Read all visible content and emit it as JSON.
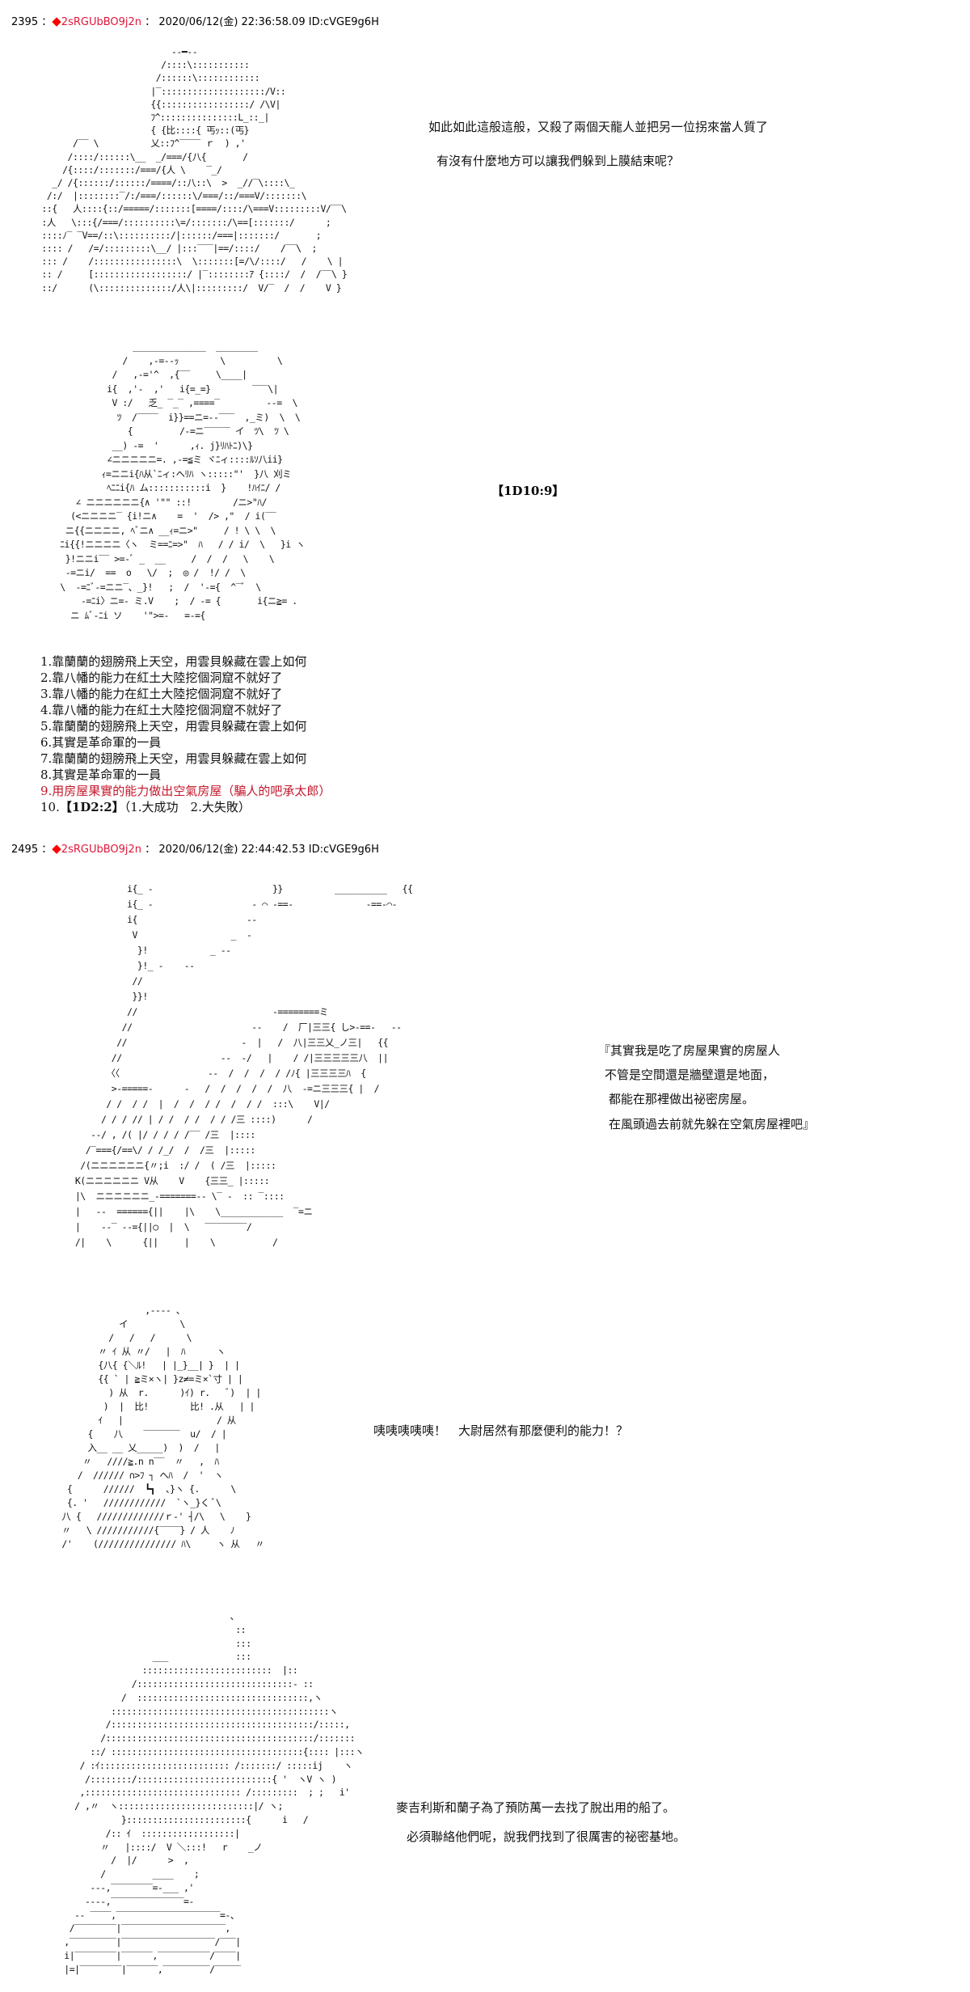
{
  "posts": [
    {
      "header": {
        "number": "2395",
        "sep1": "：",
        "diamond": "◆",
        "trip": "2sRGUbBO9j2n",
        "sep2": "：",
        "datetime": "2020/06/12(金) 22:36:58.09",
        "id": "ID:cVGE9g6H"
      },
      "dialogue": [
        "如此如此這般這般，又殺了兩個天龍人並把另一位拐來當人質了",
        "有沒有什麼地方可以讓我們躲到上膜結束呢？"
      ],
      "dice_tag": "【1D10:9】",
      "choices": [
        {
          "text": "1.靠蘭蘭的翅膀飛上天空，用雲貝躲藏在雲上如何",
          "selected": false
        },
        {
          "text": "2.靠八幡的能力在紅土大陸挖個洞窟不就好了",
          "selected": false
        },
        {
          "text": "3.靠八幡的能力在紅土大陸挖個洞窟不就好了",
          "selected": false
        },
        {
          "text": "4.靠八幡的能力在紅土大陸挖個洞窟不就好了",
          "selected": false
        },
        {
          "text": "5.靠蘭蘭的翅膀飛上天空，用雲貝躲藏在雲上如何",
          "selected": false
        },
        {
          "text": "6.其實是革命軍的一員",
          "selected": false
        },
        {
          "text": "7.靠蘭蘭的翅膀飛上天空，用雲貝躲藏在雲上如何",
          "selected": false
        },
        {
          "text": "8.其實是革命軍的一員",
          "selected": false
        },
        {
          "text": "9.用房屋果實的能力做出空氣房屋（騙人的吧承太郎）",
          "selected": true
        },
        {
          "text_prefix": "10.",
          "dice": "【1D2:2】",
          "text_suffix": "（1.大成功　2.大失敗）",
          "selected": false
        }
      ]
    },
    {
      "header": {
        "number": "2495",
        "sep1": "：",
        "diamond": "◆",
        "trip": "2sRGUbBO9j2n",
        "sep2": "：",
        "datetime": "2020/06/12(金) 22:44:42.53",
        "id": "ID:cVGE9g6H"
      },
      "dialogue_1": [
        "『其實我是吃了房屋果實的房屋人",
        "不管是空間還是牆壁還是地面，",
        "都能在那裡做出祕密房屋。",
        "在風頭過去前就先躲在空氣房屋裡吧』"
      ],
      "dialogue_2": "咦咦咦咦咦！　大尉居然有那麼便利的能力！？",
      "dialogue_3": [
        "麥吉利斯和蘭子為了預防萬一去找了脫出用的船了。",
        "必須聯絡他們呢，說我們找到了很厲害的祕密基地。"
      ]
    }
  ],
  "ascii_art": {
    "art1": "                          -‐━‐-\n                        /::::\\:::::::::::\n                       /::::::\\::::::::::::\n                      |‾::::::::::::::::::::/V::\n                      {{:::::::::::::::::/ /\\V|\n                      ﾌ^:::::::::::::::L_::_|\n                      { {比::::{ 丐ｯ::(丐}\n       /‾‾ \\          乂::ﾌ^‾‾‾‾ ｒ  ) ,'\n      /::::/::::::\\__  _/===/{八{       /\n     /{::::/:::::::/===/{人 \\    ‾_/\n   _/ /{::::::/::::::/====/::八::\\  >  _//‾\\::::\\_\n  /:/  |::::::::‾/:/===/::::::\\/===/::/===V/:::::::\\\n ::{   人::::{::/=====/:::::::[====/::::/\\===V:::::::::V/‾‾\\\n :人   \\:::{/===/::::::::::\\=/:::::::/\\==[:::::::/      ;\n ::::ﾉ‾ ‾V==/::\\::::::::::/|::::::/===|:::::::/       ;\n :::: /   /=/:::::::::\\__/ |:::‾‾‾|==/::::/    /‾‾\\  ;\n ::: /    /::::::::::::::::\\  \\:::::::[=/\\/::::/   /    \\ |\n :: /     [::::::::::::::::::/ |‾::::::::ｱ {::::/  /  /‾‾\\ }\n ::/      (\\::::::::::::::/人\\|:::::::::/  V/‾  /  /    V }",
    "art2": "                 ______________  ________\n               /    ,-=-‐ｯ        \\          \\\n             /   ,-='^  ,{‾‾     \\____|\n            i{  ,'‐  ,'   i{=_=}        ‾‾‾\\|\n             V :/   乏_ ‾_‾ ,====‾         -‐=  \\\n              ﾂ  /‾‾‾‾  i}}==ニ=-‐‾‾‾  ,_ミ)  \\  \\\n                {         /-=ニ‾‾‾‾‾ イ  ﾂ\\  ﾂ \\\n             __) -=  '      ,ｨ. j}ﾘﾊﾄﾆ)\\}\n            ∠ニニニニニ=. ,-=≦ミ ヾﾆィ::::ﾙｿ八ii}\n           ｨ=ニニi{ﾊ从`ﾆィ:ヘﾘﾊ ヽ:::::\"'  }八 刈ミ\n            ﾍﾆﾆi{ﾊ ム:::::::::::i  }    !ﾊｲﾆ/ /\n      ∠ ニニニニニニ{∧ '\"\" ::!        /ニ>\"ﾊ/\n     (<ニニニニ‾ {i!ニ∧    =  '  /> ,\"  / i(‾‾\n    ニ{{ニニニニ, ﾍﾞニ∧ __ｨ=ニ>\"     / ! \\ \\  \\\n   ﾆi{{!ニニニニ〈ヽ  ミ==ﾆ=>\"  ﾊ   / / i/  \\   }i ヽ\n    }!ニニi‾‾ >=-ﾞ _  __     /  /  /   \\    \\\n    -=ニi/  ==  o   \\/  ;  ◎ /  !/ /  \\\n   \\  -=ﾆﾞ-=ニニ‾、_}!   ;  /  '-={  ^‾ﾞ  \\\n       -=ﾆi〉ニ=- ミ.V    ;  / -= {       i{ニ≧= .\n     ニ ﾑﾞ-ﾆi ソ    '\">=-   =-={",
    "art3": "            i{_ -                       }}          __________   {{\n            i{_ -                   - ⌒ -==-              -==-⌒-\n            i{                     --\n             V                  _  -\n              }!            _ --\n              }!_ -    --\n             //\n             }}!\n            //                          -========ミ\n           //                       --    /  厂|三三{ し>-==-   --\n          //                      -  |   /  八|三三乂_ノ三|   {{\n         //                   --  -/   |    / /|三三三三三八  ||\n        〈〈                 --  /  /  /  / /ﾉ{ |三三三三ﾊ  {\n         >-=====-      -   /  /  /  /  /  八  -=ニ三三三{ |  /\n        / /  / /  |  /  /  / /  /  / /  :::\\    V|/\n       / / / // | / /  / /  / / /三 ::::)      /\n     --/ , /( |/ / / / /‾‾ /三  |::::\n    /‾==={/==\\/ / /_/  /  /三  |:::::\n   /(ニニニニニニ{〃;i  :/ /  ( /三  |:::::\n  K(ニニニニニニ V从    V    {三三_ |:::::\n  |\\  ニニニニニニ_-=======-- \\‾ -  :: ‾::::\n  |   --  ======{||    |\\    \\____________  ‾=ニ\n  |    --‾ --={||○  |  \\   ‾‾‾‾‾‾‾‾/\n  /|    \\      {||     |    \\           /",
    "art4": "                 ,‐‐‐‐ 、\n            イ          \\\n          /   /   /      \\\n        〃 ｲ 从 〃/   |  ﾊ      ヽ\n        {八{ {＼ﾙ!   | |_}__| }  | |\n        {{ ` | ≧ミ×ヽ| }z≠=ミ×`寸 | |\n          ) 从  r.      )ｲ) r.   ﾞ)  | |\n         )  |  比!        比! .从   | |\n        ｲ   |                  / 从\n      {    八    ‾‾‾‾‾‾‾  u/  / |\n      入__ __ 乂_____)  )  /   |\n     〃   ////≧.n n‾‾  〃   ,  ﾊ\n    /  ////// ∩>ﾌ ┐ ヘﾊ  /  '  ヽ\n  {      //////  ┗┓  、}ヽ {.      \\\n  {. '   ////////////  `ヽ_}く ﾞ\\\n 八 {   /////////////ｒ‐' ┤/\\   \\    }\n 〃   \\ ///////////{‾‾‾‾} / 人    ﾉ\n /'    (/////////////// ﾊ\\     ヽ 从   〃",
    "art5": "                                   ､\n                                    ::\n                                    :::\n                    ___             :::\n                  :::::::::::::::::::::::::  |::\n                /::::::::::::::::::::::::::::::‐ ::\n              /  :::::::::::::::::::::::::::::::::,ヽ\n            ::::::::::::::::::::::::::::::::::::::::::ヽ\n           /:::::::::::::::::::::::::::::::::::::::/:::::,\n          /::::::::::::::::::::::::::::::::::::::::/:::::::\n        ::/ :::::::::::::::::::::::::::::::::::::{:::: |:::ヽ\n      / :ｲ::::::::::::::::::::::::: /:::::::/ :::::ij    ヽ\n       /::::::::/::::::::::::::::::::::::::{ '  ヽV ヽ )\n      ,:::::::::::::::::::::::::::::: /:::::::::  ; ;   i'\n     / ,〃  ヽ::::::::::::::::::::::::::|/ ヽ;\n              }:::::::::::::::::::::::{      i   /\n           /:: ｲ  ::::::::::::::::::|\n          〃   |::::/  V ＼:::!   r    _ノ\n            /  |/      >  ,\n          /         ____    ;\n        ‐‐‐,‾‾‾‾‾‾‾‾=-___ ,'\n       ‐‐‐‐,‾‾‾‾‾‾‾‾‾‾‾‾‾‾=-\n     -- ‾‾‾‾,‾‾‾‾‾‾‾‾‾‾‾‾‾‾‾‾‾‾‾‾=-、\n    /‾‾‾‾‾‾‾‾|‾‾‾‾‾‾‾‾‾‾‾‾‾‾‾‾‾‾‾‾,\n   ,‾‾‾‾‾‾‾‾‾|‾‾‾‾‾‾‾‾‾‾‾‾‾‾‾‾‾‾/‾‾‾|\n   i|‾‾‾‾‾‾‾‾|‾‾‾‾‾‾,‾‾‾‾‾‾‾‾‾‾/‾‾‾‾|\n   |=|‾‾‾‾‾‾‾‾|‾‾‾‾‾‾,‾‾‾‾‾‾‾‾‾/‾‾‾‾‾"
  }
}
